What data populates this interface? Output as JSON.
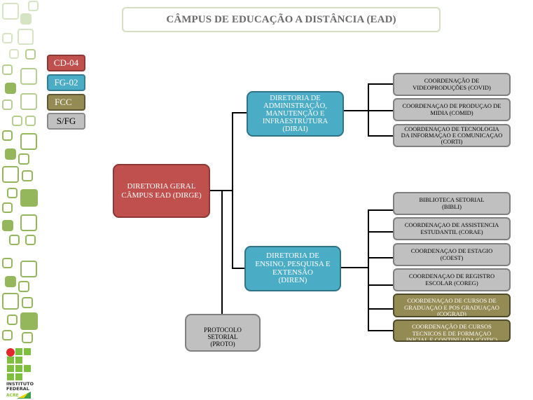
{
  "title": "CÂMPUS  DE EDUCAÇÃO A DISTÂNCIA (EAD)",
  "legend": [
    {
      "label": "CD-04",
      "color": "#c0504d"
    },
    {
      "label": "FG-02",
      "color": "#4bacc6"
    },
    {
      "label": "FCC",
      "color": "#948a54"
    },
    {
      "label": "S/FG",
      "color": "#c0c0c0"
    }
  ],
  "org": {
    "root": {
      "label": "DIRETORIA GERAL\nCÂMPUS EAD (DIRGE)",
      "level": "CD-04"
    },
    "protocol": {
      "label": "PROTOCOLO\nSETORIAL\n(PROTO)",
      "level": "S/FG"
    },
    "dirai": {
      "label": "DIRETORIA DE\nADMINISTRAÇÃO,\nMANUTENÇÃO E\nINFRAESTRUTURA\n(DIRAI)",
      "level": "FG-02",
      "children": [
        {
          "label": "COORDENAÇÃO DE\nVIDEOPRODUÇÕES (COVID)",
          "level": "S/FG"
        },
        {
          "label": "COORDENAÇAO DE PRODUÇAO DE\nMIDIA (COMID)",
          "level": "S/FG"
        },
        {
          "label": "COORDENAÇAO DE TECNOLOGIA\nDA INFORMAÇAO E COMUNICAÇAO\n(CORTI)",
          "level": "S/FG"
        }
      ]
    },
    "diren": {
      "label": "DIRETORIA DE\nENSINO, PESQUISA E\nEXTENSÃO\n(DIREN)",
      "level": "FG-02",
      "children": [
        {
          "label": "BIBLIOTECA SETORIAL\n(BIBLI)",
          "level": "S/FG"
        },
        {
          "label": "COORDENAÇAO DE ASSISTENCIA\nESTUDANTIL (CORAE)",
          "level": "S/FG"
        },
        {
          "label": "COORDENAÇAO DE ESTAGIO\n(COEST)",
          "level": "S/FG"
        },
        {
          "label": "COORDENAÇAO DE REGISTRO\nESCOLAR (COREG)",
          "level": "S/FG"
        },
        {
          "label": "COORDENAÇAO DE CURSOS DE\nGRADUAÇAO E POS GRADUAÇAO\n(COGRAD)",
          "level": "FCC"
        },
        {
          "label": "COORDENAÇÃO DE CURSOS\nTECNICOS E DE FORMAÇAO\nINICIAL E CONTINUADA (COTIC)",
          "level": "FCC"
        }
      ]
    }
  },
  "logo": {
    "line1": "INSTITUTO",
    "line2": "FEDERAL",
    "line3": "ACRE"
  }
}
